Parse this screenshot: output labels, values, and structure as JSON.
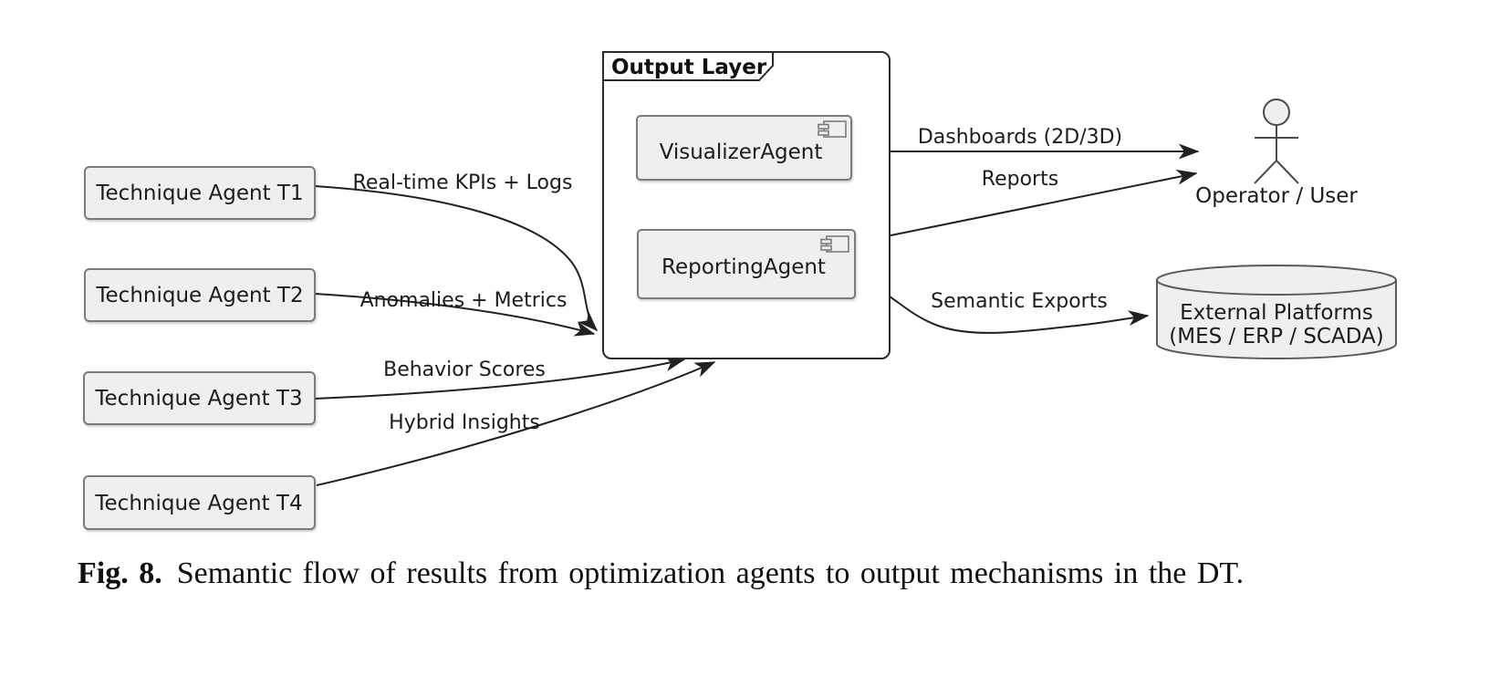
{
  "diagram": {
    "technique_agents": [
      {
        "label": "Technique Agent T1"
      },
      {
        "label": "Technique Agent T2"
      },
      {
        "label": "Technique Agent T3"
      },
      {
        "label": "Technique Agent T4"
      }
    ],
    "output_layer": {
      "title": "Output Layer",
      "components": [
        {
          "label": "VisualizerAgent"
        },
        {
          "label": "ReportingAgent"
        }
      ]
    },
    "actor": {
      "label": "Operator / User"
    },
    "datastore": {
      "line1": "External Platforms",
      "line2": "(MES / ERP / SCADA)"
    },
    "edges": {
      "t1": {
        "label": "Real-time KPIs + Logs"
      },
      "t2": {
        "label": "Anomalies + Metrics"
      },
      "t3": {
        "label": "Behavior Scores"
      },
      "t4": {
        "label": "Hybrid Insights"
      },
      "dashboards": {
        "label": "Dashboards (2D/3D)"
      },
      "reports": {
        "label": "Reports"
      },
      "exports": {
        "label": "Semantic Exports"
      }
    },
    "colors": {
      "node_fill": "#efefef",
      "node_border": "#7a7a7a",
      "line": "#212121",
      "package_border": "#2b2b2b"
    }
  },
  "caption": {
    "tag": "Fig. 8.",
    "text": "Semantic flow of results from optimization agents to output mechanisms in the DT."
  }
}
